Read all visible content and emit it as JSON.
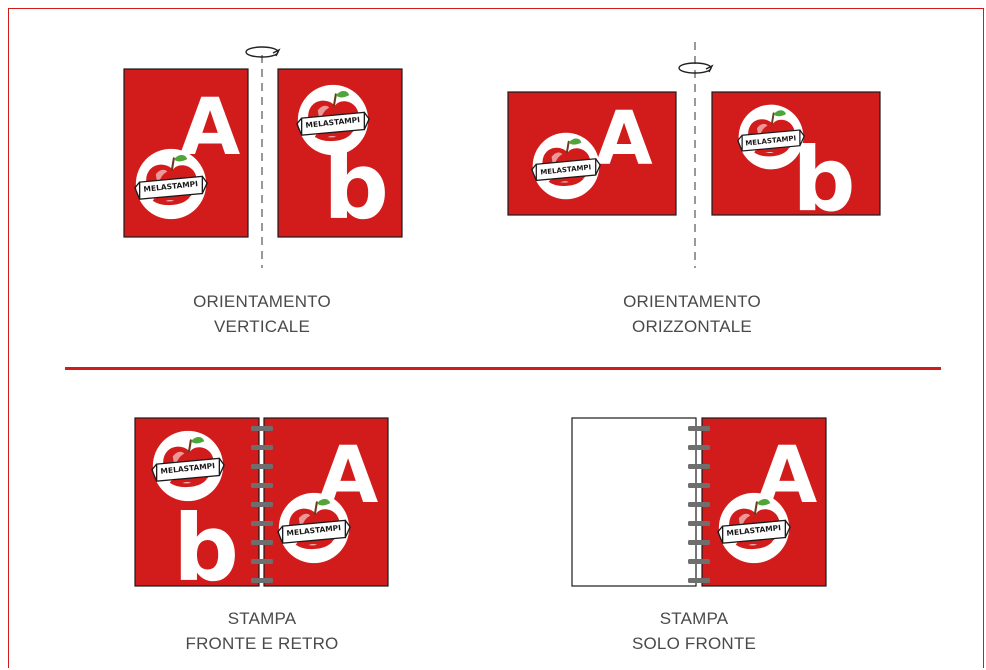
{
  "brand_text": "MELASTAMPI",
  "letters": {
    "front": "A",
    "back": "b"
  },
  "colors": {
    "accent": "#d21c1c",
    "card_red": "#d21c1c",
    "text": "#4a4a4a",
    "spiral": "#6e6e6e"
  },
  "panels": {
    "vertical": {
      "line1": "ORIENTAMENTO",
      "line2": "VERTICALE",
      "rotate_icon": "rotate-arrow-icon"
    },
    "horizontal": {
      "line1": "ORIENTAMENTO",
      "line2": "ORIZZONTALE",
      "rotate_icon": "rotate-arrow-icon"
    },
    "duplex": {
      "line1": "STAMPA",
      "line2": "FRONTE E RETRO",
      "binding_icon": "spiral-binding-icon"
    },
    "simplex": {
      "line1": "STAMPA",
      "line2": "SOLO FRONTE",
      "binding_icon": "spiral-binding-icon"
    }
  }
}
